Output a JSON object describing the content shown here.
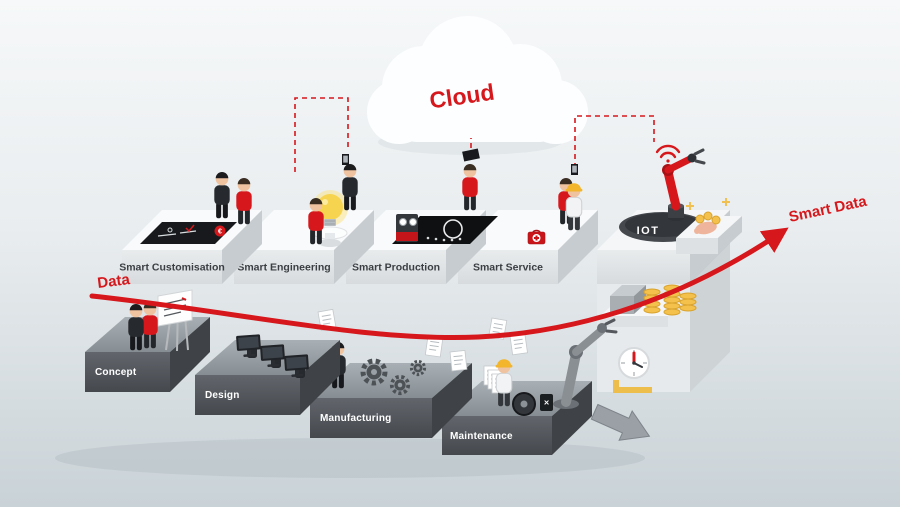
{
  "illustration": {
    "cloud_label": "Cloud",
    "iot_label": "IOT",
    "flow": {
      "start_label": "Data",
      "end_label": "Smart Data"
    }
  },
  "upper_platforms": [
    {
      "label": "Smart Customisation"
    },
    {
      "label": "Smart Engineering"
    },
    {
      "label": "Smart Production"
    },
    {
      "label": "Smart Service"
    }
  ],
  "lower_platforms": [
    {
      "label": "Concept"
    },
    {
      "label": "Design"
    },
    {
      "label": "Manufacturing"
    },
    {
      "label": "Maintenance"
    }
  ],
  "decor": {
    "euro_symbol": "€",
    "cross_mark": "✕"
  },
  "colors": {
    "accent_red": "#d6171c",
    "background_top": "#f6f8f9",
    "background_bottom": "#c9d2d7",
    "platform_light": "#f8fafb",
    "platform_front": "#e0e4e6",
    "block_dark": "#4a4e52",
    "coin_gold": "#f3c14c",
    "bulb_yellow": "#f6d44f"
  }
}
